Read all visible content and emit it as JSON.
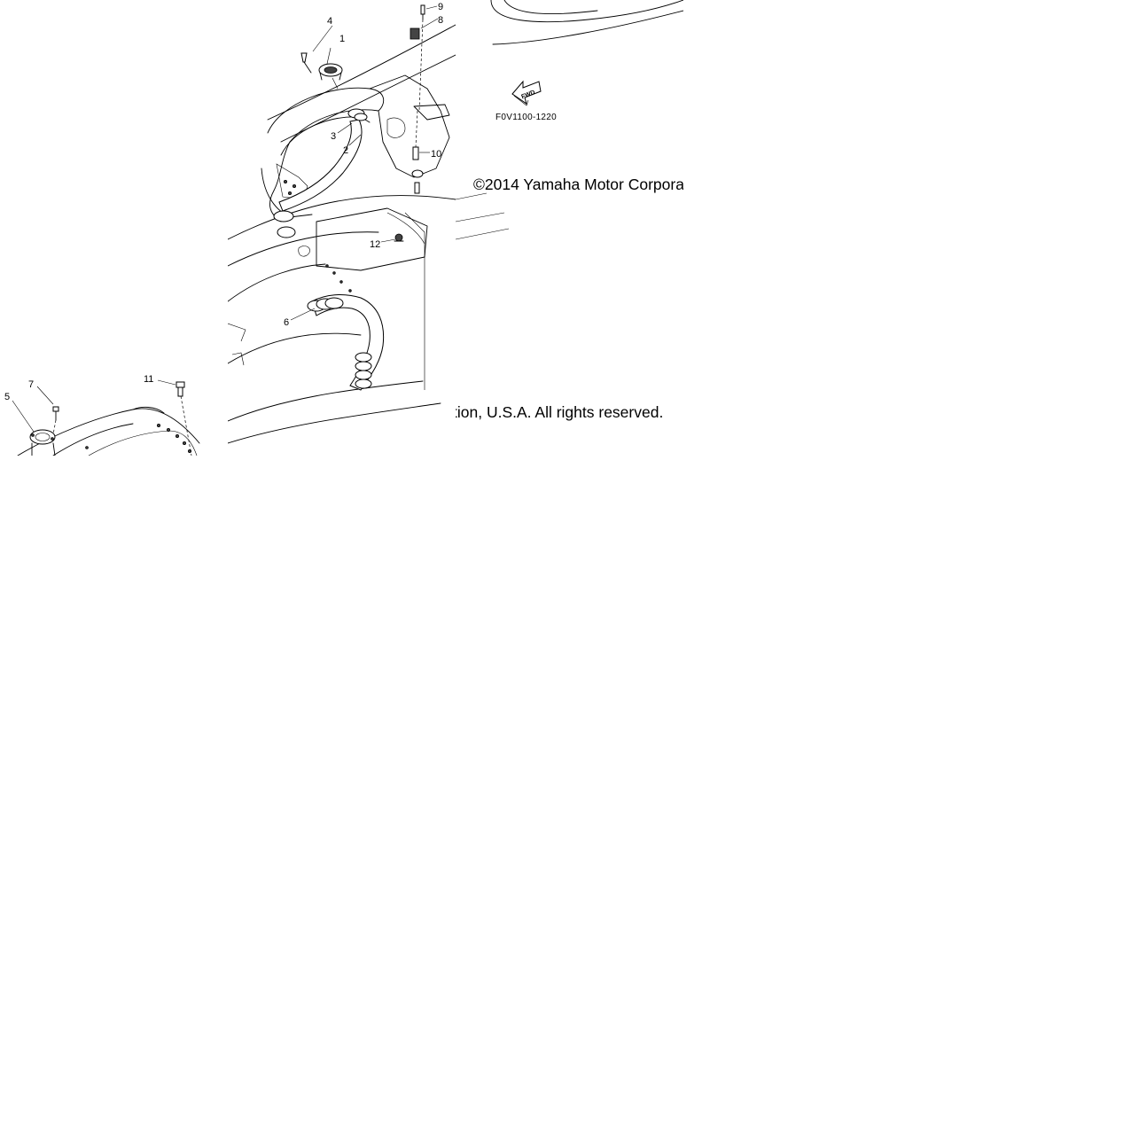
{
  "callouts": {
    "c1": "1",
    "c2": "2",
    "c3": "3",
    "c4": "4",
    "c5": "5",
    "c6": "6",
    "c7": "7",
    "c8": "8",
    "c9": "9",
    "c10": "10",
    "c11": "11",
    "c12": "12"
  },
  "fwd_label": "FWD",
  "figure_code": "F0V1100-1220",
  "copyright_part1": "©2014 Yamaha Motor Corpora",
  "copyright_part2": "tion, U.S.A. All rights reserved."
}
